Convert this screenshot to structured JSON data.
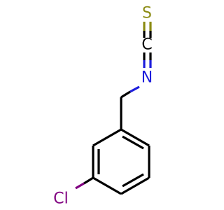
{
  "molecule": {
    "atoms": {
      "S": {
        "label": "S",
        "color": "#8c8c14"
      },
      "C": {
        "label": "C",
        "color": "#000000"
      },
      "N": {
        "label": "N",
        "color": "#1e1edc"
      },
      "Cl": {
        "label": "Cl",
        "color": "#800080"
      }
    },
    "colors": {
      "bond": "#000000",
      "sulfur": "#8c8c14",
      "nitrogen": "#1e1edc",
      "chlorine": "#800080"
    }
  }
}
